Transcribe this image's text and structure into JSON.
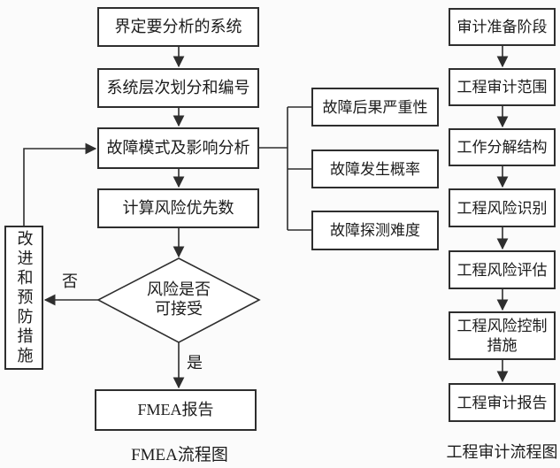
{
  "diagram": {
    "colors": {
      "line": "#2e2e2e",
      "box_fill": "#ffffff",
      "background": "#fbfbfb",
      "text": "#1c1c1c"
    },
    "fmea": {
      "caption": "FMEA流程图",
      "nodes": {
        "define_system": "界定要分析的系统",
        "hierarchy_numbering": "系统层次划分和编号",
        "failure_mode_effects_analysis": "故障模式及影响分析",
        "calc_risk_priority_number": "计算风险优先数",
        "decision_line1": "风险是否",
        "decision_line2": "可接受",
        "fmea_report": "FMEA报告",
        "improvement_prevention": "改进和预防措施",
        "severity": "故障后果严重性",
        "occurrence_probability": "故障发生概率",
        "detection_difficulty": "故障探测难度"
      },
      "labels": {
        "no": "否",
        "yes": "是"
      }
    },
    "audit": {
      "caption": "工程审计流程图",
      "nodes": [
        "审计准备阶段",
        "工程审计范围",
        "工作分解结构",
        "工程风险识别",
        "工程风险评估",
        "工程风险控制措施",
        "工程审计报告"
      ]
    }
  }
}
